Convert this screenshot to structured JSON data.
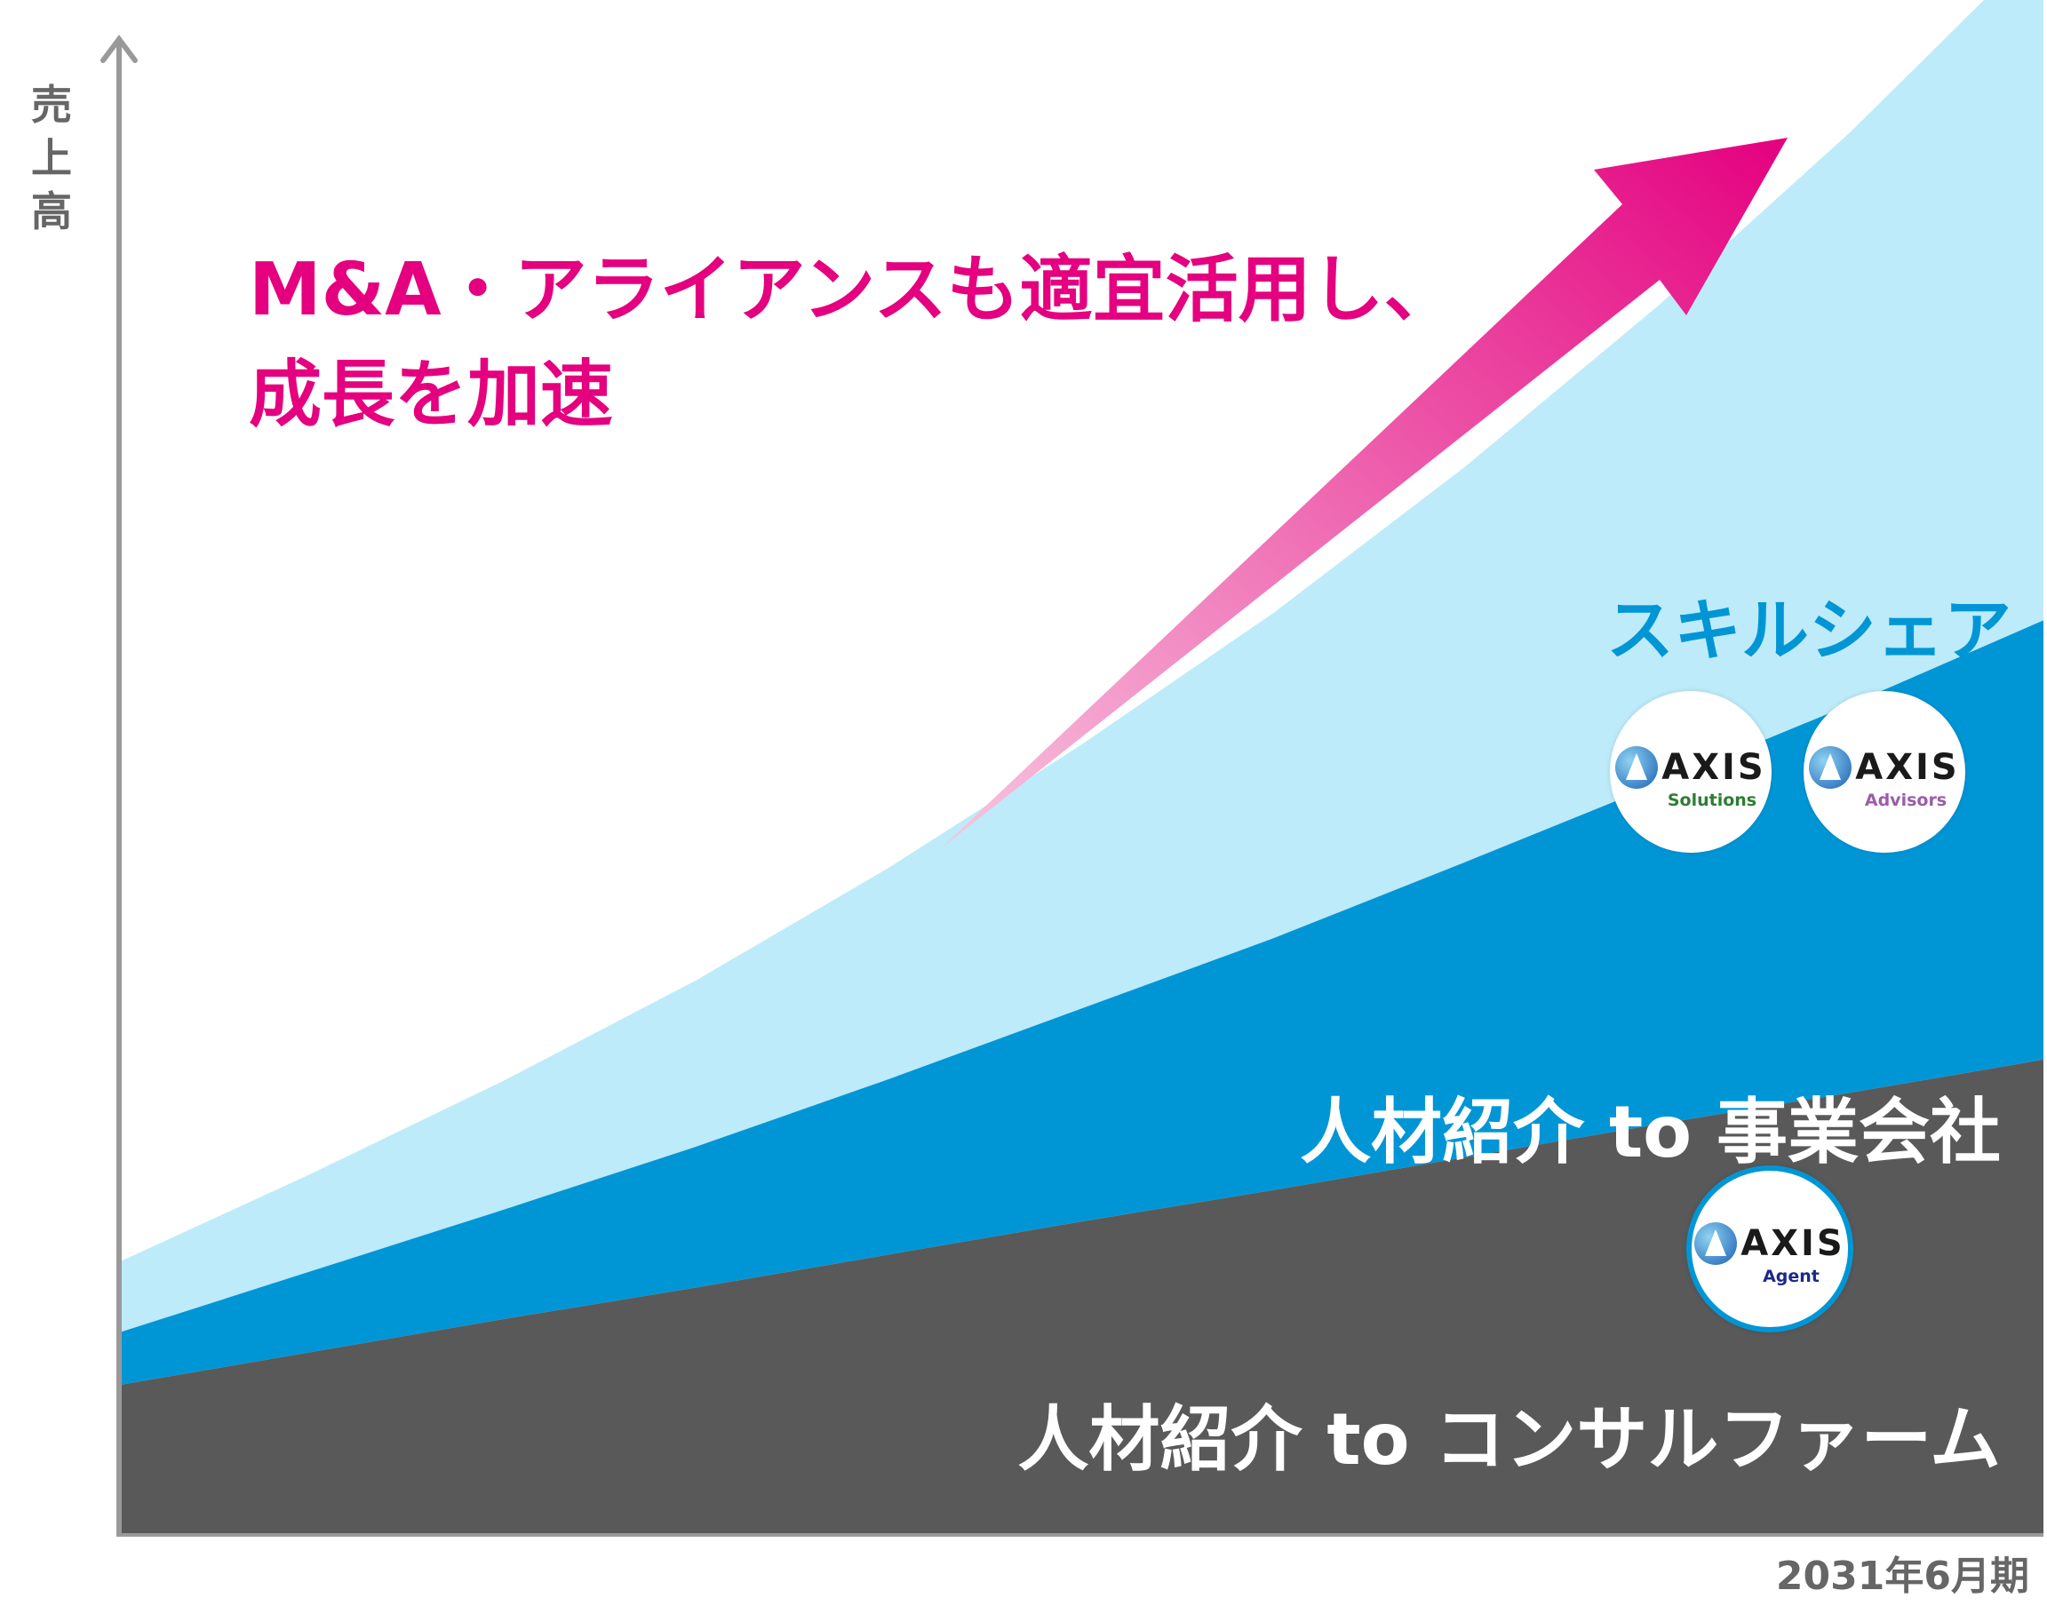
{
  "chart_data": {
    "type": "area",
    "title": "",
    "xlabel": "2031年6月期",
    "ylabel": "売\n上\n高",
    "x": [
      0,
      1,
      2,
      3,
      4,
      5,
      6,
      7,
      8,
      9,
      10
    ],
    "series": [
      {
        "name": "人材紹介 to コンサルファーム",
        "values": [
          10.0,
          12.2,
          14.4,
          16.5,
          18.7,
          20.9,
          23.0,
          25.2,
          27.4,
          29.5,
          31.7
        ]
      },
      {
        "name": "人材紹介 to 事業会社",
        "values": [
          3.5,
          5.4,
          7.3,
          9.4,
          11.7,
          14.2,
          16.8,
          19.7,
          22.7,
          25.9,
          29.3
        ]
      },
      {
        "name": "スキルシェア",
        "values": [
          4.7,
          6.5,
          8.6,
          11.1,
          14.1,
          17.6,
          21.7,
          26.4,
          31.9,
          38.2,
          45.3
        ]
      }
    ],
    "colors": [
      "#595959",
      "#0096d6",
      "#bdebf9"
    ],
    "ylim": [
      0,
      100
    ],
    "grid": false,
    "legend": "none",
    "annotation": "M&A・アライアンスも適宜活用し、\n成長を加速",
    "arrow_colors": [
      "#f8c7df",
      "#e4007f"
    ]
  },
  "badges": [
    {
      "name": "AXIS",
      "sub": "Solutions",
      "sub_color": "#2e7d32"
    },
    {
      "name": "AXIS",
      "sub": "Advisors",
      "sub_color": "#9c5ca8"
    },
    {
      "name": "AXIS",
      "sub": "Agent",
      "sub_color": "#1a2a8a"
    }
  ]
}
